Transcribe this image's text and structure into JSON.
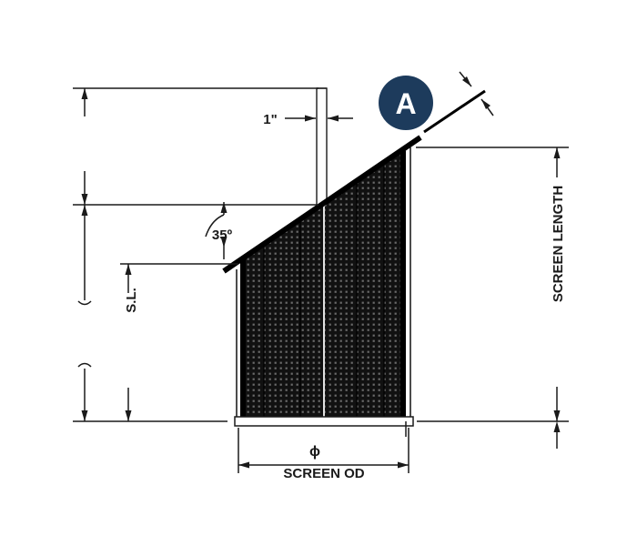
{
  "diagram": {
    "callout": {
      "letter": "A",
      "color": "#1d3b5c"
    },
    "labels": {
      "thickness": "1\"",
      "angle": "35º",
      "sl": "S.L.",
      "screen_length": "SCREEN LENGTH",
      "diameter_symbol": "ϕ",
      "screen_od": "SCREEN OD"
    },
    "colors": {
      "line": "#1a1a1a",
      "mesh": "#111111"
    }
  }
}
